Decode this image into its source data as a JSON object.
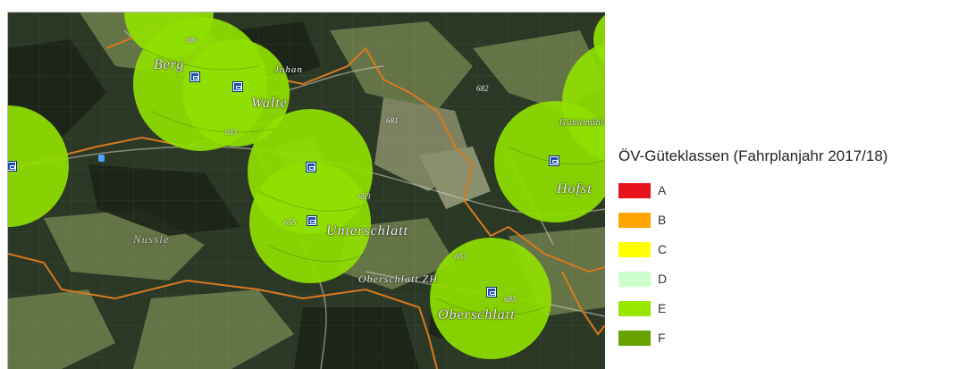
{
  "map": {
    "place_names": {
      "berg": "Berg",
      "walte": "Walte",
      "unterschlatt": "Unterschlatt",
      "oberschlatt": "Oberschlatt",
      "hofst": "Hofst",
      "nussle": "Nussle",
      "johan": "Johan",
      "oberschlatt_zh": "Oberschlatt ZH",
      "gumlmuhl": "Gümlmühl"
    },
    "elevations": {
      "e586": "586",
      "e653": "653",
      "e681": "681",
      "e655": "655",
      "e693": "693",
      "e685": "685",
      "e682": "682",
      "e651": "651"
    },
    "colors": {
      "coverage": "#8fe000",
      "forest": "#26331f",
      "field": "#6b7a4a",
      "boundary": "#d9791f",
      "road": "#cfcfcf",
      "stop_icon": "#1d4fb5"
    },
    "stop_icon_name": "bus-stop-icon"
  },
  "legend": {
    "title": "ÖV-Güteklassen (Fahrplanjahr 2017/18)",
    "items": [
      {
        "label": "A",
        "color": "#e8141c"
      },
      {
        "label": "B",
        "color": "#ffa500"
      },
      {
        "label": "C",
        "color": "#ffff00"
      },
      {
        "label": "D",
        "color": "#ccffcc"
      },
      {
        "label": "E",
        "color": "#99e600"
      },
      {
        "label": "F",
        "color": "#66a300"
      }
    ]
  }
}
